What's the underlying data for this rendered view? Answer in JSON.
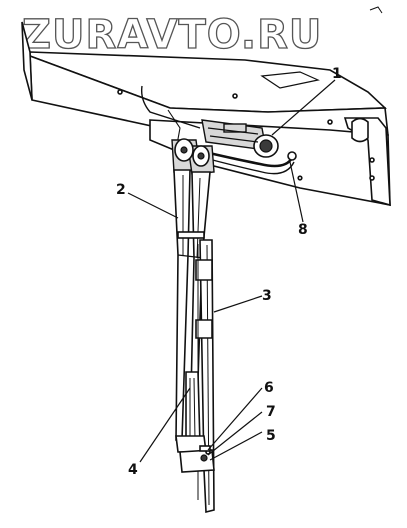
{
  "watermark": {
    "text": "ZURAVTO.RU"
  },
  "callouts": [
    {
      "id": "1",
      "label": "1"
    },
    {
      "id": "2",
      "label": "2"
    },
    {
      "id": "3",
      "label": "3"
    },
    {
      "id": "4",
      "label": "4"
    },
    {
      "id": "5",
      "label": "5"
    },
    {
      "id": "6",
      "label": "6"
    },
    {
      "id": "7",
      "label": "7"
    },
    {
      "id": "8",
      "label": "8"
    }
  ]
}
